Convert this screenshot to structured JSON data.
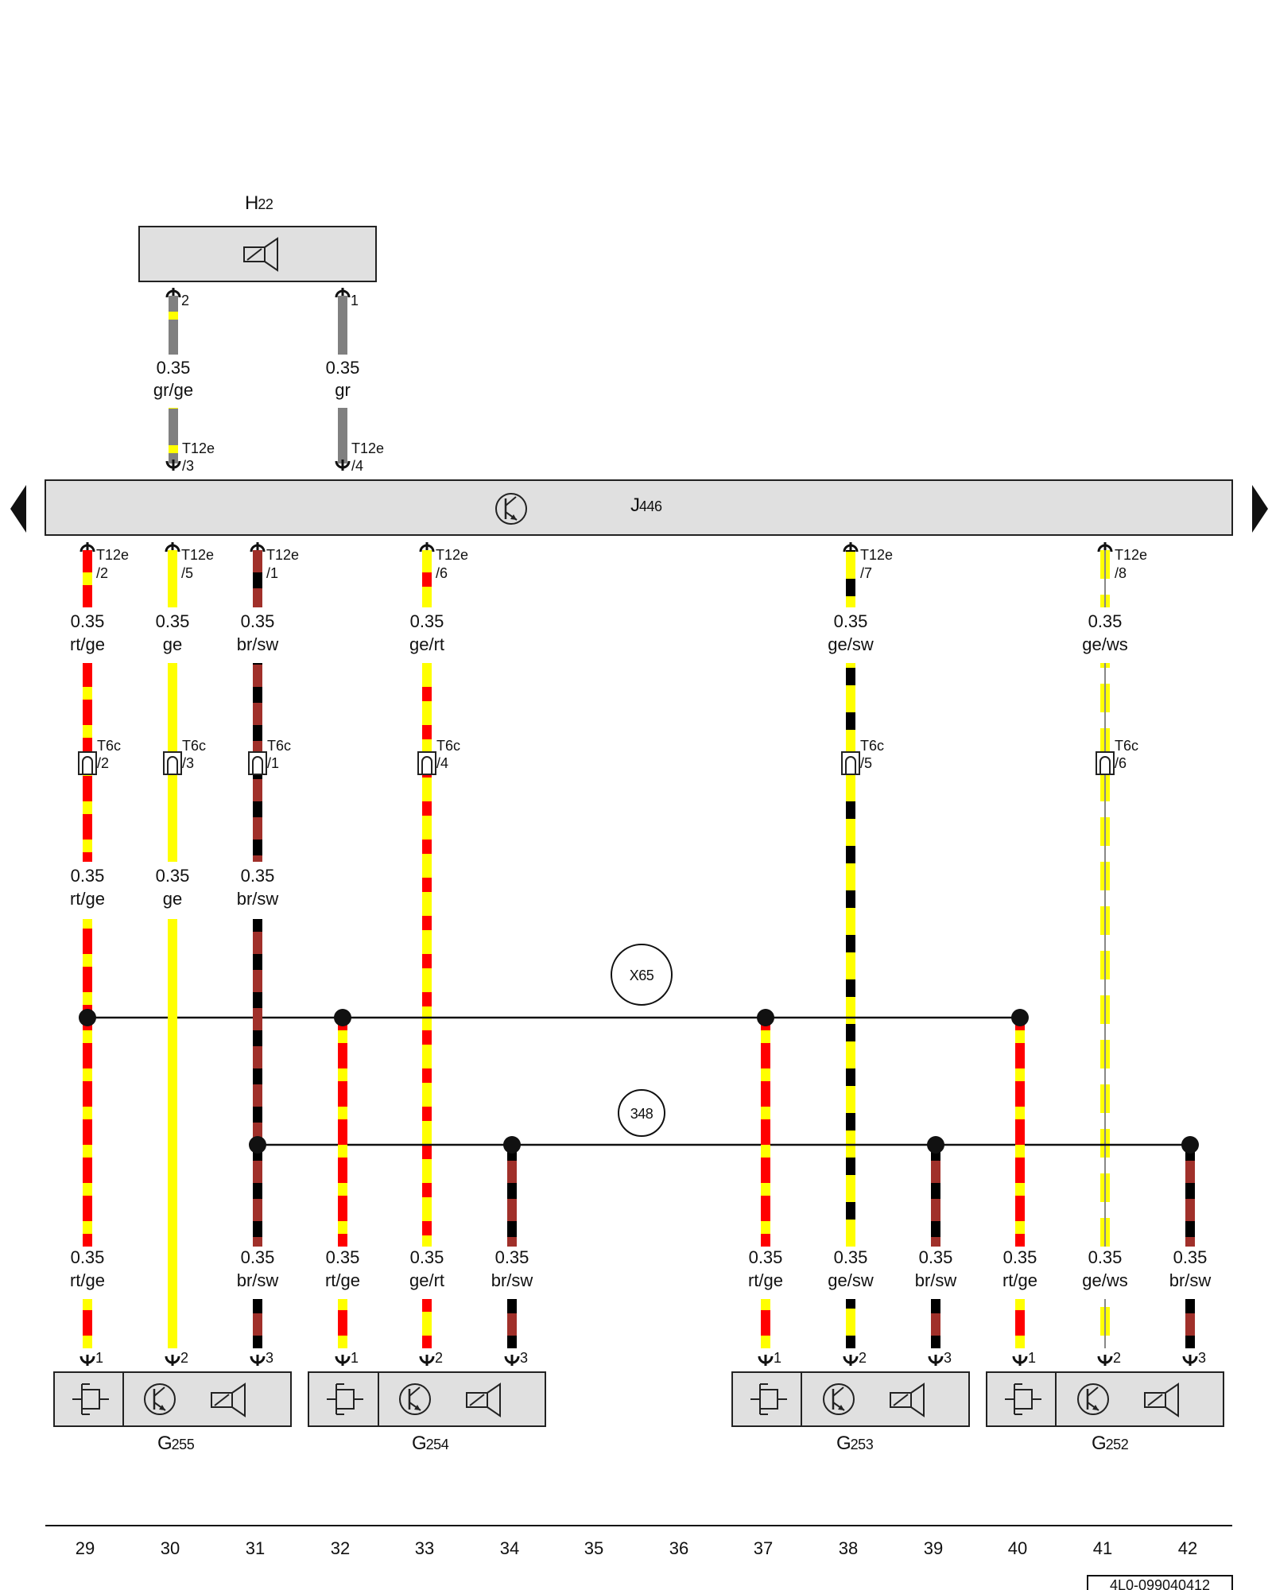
{
  "colors": {
    "rt": "#ff0000",
    "ge": "#ffff00",
    "gr": "#808080",
    "br": "#a0302a",
    "sw": "#000000",
    "ws": "#ffffff",
    "component_fill": "#e0e0e0"
  },
  "components": {
    "h22": {
      "label": "H",
      "sub": "22",
      "icon": "buzzer-icon"
    },
    "j446": {
      "label": "J",
      "sub": "446",
      "icon": "transistor-icon"
    },
    "g255": {
      "label": "G",
      "sub": "255",
      "icons": [
        "capacitor-icon",
        "transistor-icon",
        "buzzer-icon"
      ]
    },
    "g254": {
      "label": "G",
      "sub": "254",
      "icons": [
        "capacitor-icon",
        "transistor-icon",
        "buzzer-icon"
      ]
    },
    "g253": {
      "label": "G",
      "sub": "253",
      "icons": [
        "capacitor-icon",
        "transistor-icon",
        "buzzer-icon"
      ]
    },
    "g252": {
      "label": "G",
      "sub": "252",
      "icons": [
        "capacitor-icon",
        "transistor-icon",
        "buzzer-icon"
      ]
    }
  },
  "connectors": {
    "t12e": "T12e",
    "t6c": "T6c"
  },
  "wires": {
    "h22": [
      {
        "gauge": "0.35",
        "code": "gr/ge",
        "h22_pin": "2",
        "t12e_pin": "/3"
      },
      {
        "gauge": "0.35",
        "code": "gr",
        "h22_pin": "1",
        "t12e_pin": "/4"
      }
    ],
    "j446_out": [
      {
        "t12e_pin": "/2",
        "gauge": "0.35",
        "code": "rt/ge",
        "t6c_pin": "/2",
        "gauge_b": "0.35",
        "code_b": "rt/ge"
      },
      {
        "t12e_pin": "/5",
        "gauge": "0.35",
        "code": "ge",
        "t6c_pin": "/3",
        "gauge_b": "0.35",
        "code_b": "ge"
      },
      {
        "t12e_pin": "/1",
        "gauge": "0.35",
        "code": "br/sw",
        "t6c_pin": "/1",
        "gauge_b": "0.35",
        "code_b": "br/sw"
      },
      {
        "t12e_pin": "/6",
        "gauge": "0.35",
        "code": "ge/rt",
        "t6c_pin": "/4"
      },
      {
        "t12e_pin": "/7",
        "gauge": "0.35",
        "code": "ge/sw",
        "t6c_pin": "/5"
      },
      {
        "t12e_pin": "/8",
        "gauge": "0.35",
        "code": "ge/ws",
        "t6c_pin": "/6"
      }
    ],
    "bottom": [
      {
        "gauge": "0.35",
        "code": "rt/ge",
        "pin": "1"
      },
      {
        "gauge": "",
        "code": "",
        "pin": "2"
      },
      {
        "gauge": "0.35",
        "code": "br/sw",
        "pin": "3"
      },
      {
        "gauge": "0.35",
        "code": "rt/ge",
        "pin": "1"
      },
      {
        "gauge": "0.35",
        "code": "ge/rt",
        "pin": "2"
      },
      {
        "gauge": "0.35",
        "code": "br/sw",
        "pin": "3"
      },
      {
        "gauge": "0.35",
        "code": "rt/ge",
        "pin": "1"
      },
      {
        "gauge": "0.35",
        "code": "ge/sw",
        "pin": "2"
      },
      {
        "gauge": "0.35",
        "code": "br/sw",
        "pin": "3"
      },
      {
        "gauge": "0.35",
        "code": "rt/ge",
        "pin": "1"
      },
      {
        "gauge": "0.35",
        "code": "ge/ws",
        "pin": "2"
      },
      {
        "gauge": "0.35",
        "code": "br/sw",
        "pin": "3"
      }
    ]
  },
  "junctions": {
    "x65": "X65",
    "n348": "348"
  },
  "columns": [
    "29",
    "30",
    "31",
    "32",
    "33",
    "34",
    "35",
    "36",
    "37",
    "38",
    "39",
    "40",
    "41",
    "42"
  ],
  "doc_ref": "4L0-099040412"
}
